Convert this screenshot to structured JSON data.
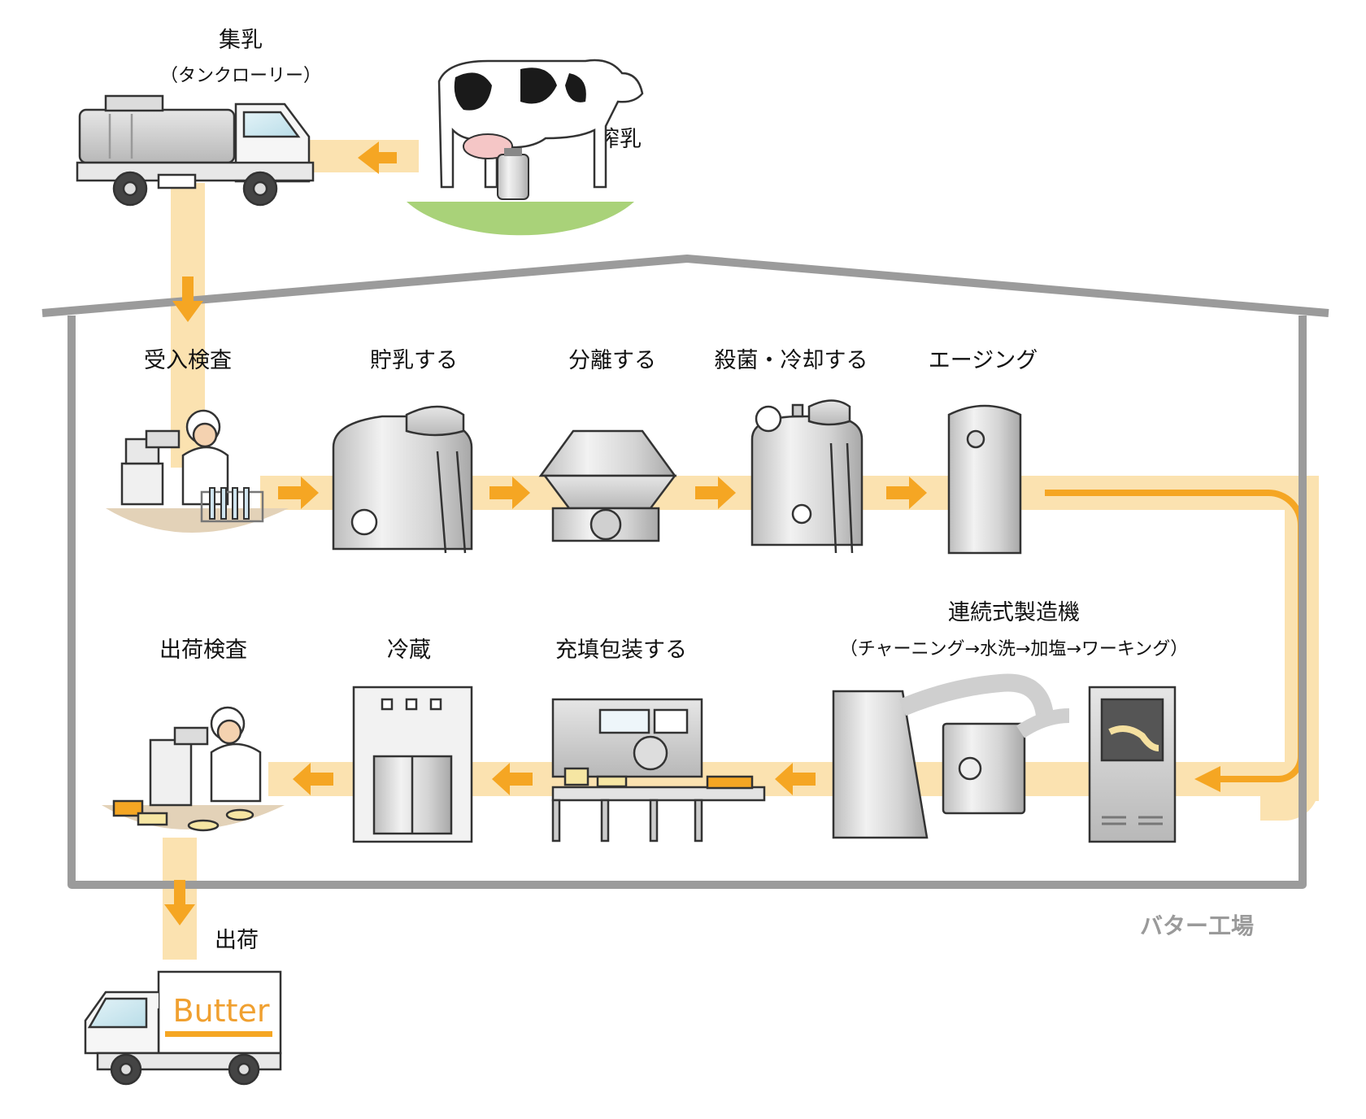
{
  "steps": {
    "collection": {
      "label": "集乳",
      "sub": "（タンクローリー）"
    },
    "milking": {
      "label": "搾乳"
    },
    "intake_inspection": {
      "label": "受入検査"
    },
    "storage": {
      "label": "貯乳する"
    },
    "separation": {
      "label": "分離する"
    },
    "sterilize_cool": {
      "label": "殺菌・冷却する"
    },
    "aging": {
      "label": "エージング"
    },
    "continuous_machine": {
      "label": "連続式製造機",
      "sub": "（チャーニング→水洗→加塩→ワーキング）"
    },
    "fill_pack": {
      "label": "充填包装する"
    },
    "refrigerate": {
      "label": "冷蔵"
    },
    "shipping_inspection": {
      "label": "出荷検査"
    },
    "shipping": {
      "label": "出荷"
    }
  },
  "factory": {
    "label": "バター工場"
  },
  "truck_text": "Butter",
  "colors": {
    "flow": "#fbe2b0",
    "arrow": "#f5a623",
    "factory": "#9b9b9b",
    "grass": "#a9d279"
  }
}
